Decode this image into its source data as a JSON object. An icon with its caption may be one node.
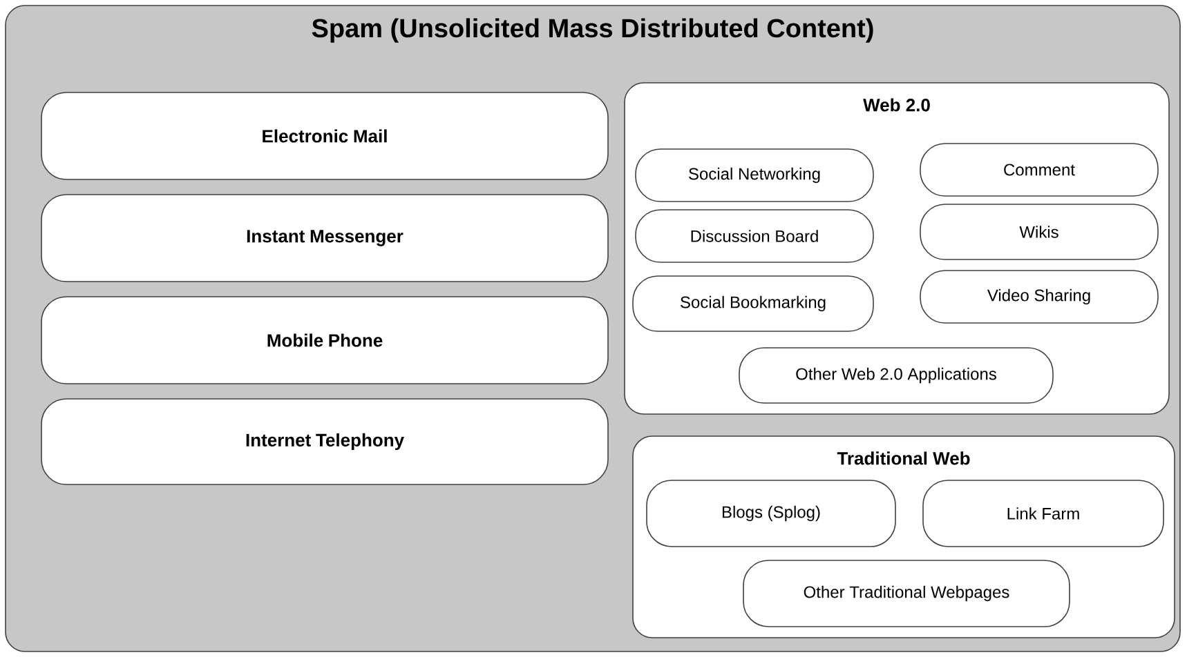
{
  "diagram": {
    "nodes": [
      {
        "text": [
          "Spam (Unsolicited Mass Distributed Content)"
        ]
      },
      {
        "text": [
          "Electronic Mail"
        ],
        "in": 0
      },
      {
        "text": [
          "Instant Messenger"
        ],
        "in": 0
      },
      {
        "text": [
          "Mobile Phone"
        ],
        "in": 0
      },
      {
        "text": [
          "Internet Telephony"
        ],
        "in": 0
      },
      {
        "text": [
          "Web 2.0"
        ],
        "in": 0
      },
      {
        "text": [
          "Social Networking"
        ],
        "in": 5
      },
      {
        "text": [
          "Comment"
        ],
        "in": 5
      },
      {
        "text": [
          "Discussion Board"
        ],
        "in": 5
      },
      {
        "text": [
          "Wikis"
        ],
        "in": 5
      },
      {
        "text": [
          "Social Bookmarking"
        ],
        "in": 5
      },
      {
        "text": [
          "Video Sharing"
        ],
        "in": 5
      },
      {
        "text": [
          "Other Web 2.0 Applications"
        ],
        "in": 5
      },
      {
        "text": [
          "Traditional Web"
        ],
        "in": 0
      },
      {
        "text": [
          "Blogs (Splog)"
        ],
        "in": 13
      },
      {
        "text": [
          "Link Farm"
        ],
        "in": 13
      },
      {
        "text": [
          "Other Traditional Webpages"
        ],
        "in": 13
      }
    ]
  }
}
